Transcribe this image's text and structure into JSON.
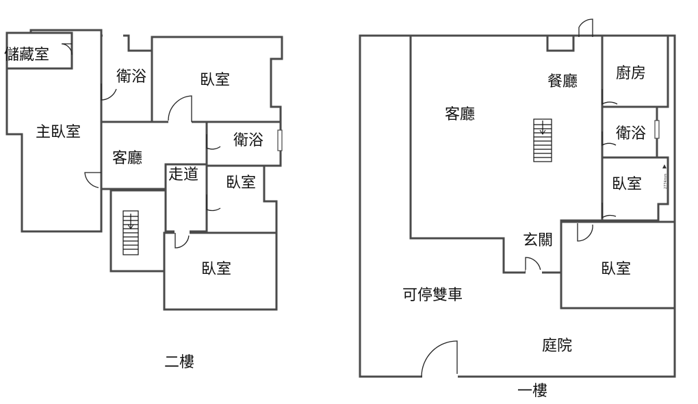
{
  "floor2": {
    "caption": "二樓",
    "rooms": {
      "storage": "儲藏室",
      "master_bedroom": "主臥室",
      "bath_top": "衛浴",
      "bedroom_top": "臥室",
      "living": "客廳",
      "bath_mid": "衛浴",
      "hallway": "走道",
      "bedroom_mid": "臥室",
      "bedroom_bottom": "臥室"
    }
  },
  "floor1": {
    "caption": "一樓",
    "rooms": {
      "dining": "餐廳",
      "kitchen": "廚房",
      "living": "客廳",
      "bath": "衛浴",
      "bedroom_small": "臥室",
      "entrance": "玄關",
      "bedroom": "臥室",
      "parking": "可停雙車",
      "garden": "庭院"
    },
    "dimension_note": "2774mm"
  }
}
